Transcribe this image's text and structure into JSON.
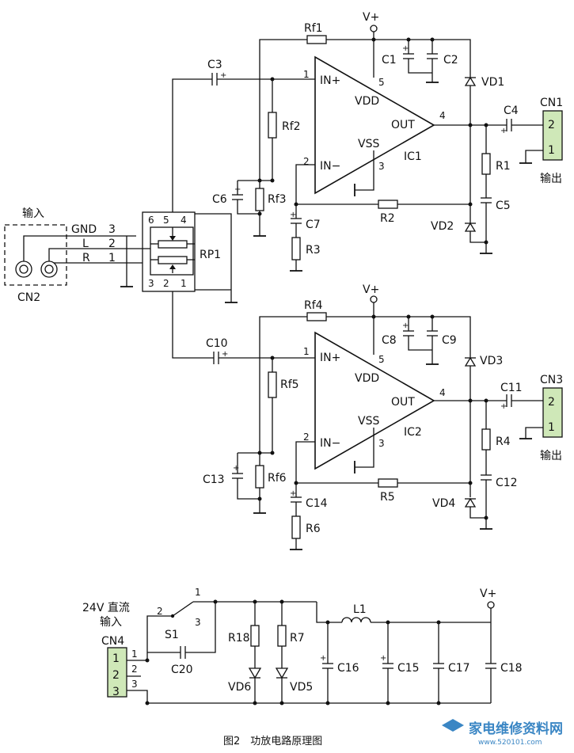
{
  "caption": "图2　功放电路原理图",
  "watermark": {
    "title": "家电维修资料网",
    "url": "www.520101.com",
    "color": "#3a86c4"
  },
  "labels": {
    "vplus_top": "V+",
    "vplus_mid": "V+",
    "vplus_psu": "V+",
    "rf1": "Rf1",
    "rf2": "Rf2",
    "rf3": "Rf3",
    "rf4": "Rf4",
    "rf5": "Rf5",
    "rf6": "Rf6",
    "c1": "C1",
    "c2": "C2",
    "c3": "C3",
    "c4": "C4",
    "c5": "C5",
    "c6": "C6",
    "c7": "C7",
    "c8": "C8",
    "c9": "C9",
    "c10": "C10",
    "c11": "C11",
    "c12": "C12",
    "c13": "C13",
    "c14": "C14",
    "c15": "C15",
    "c16": "C16",
    "c17": "C17",
    "c18": "C18",
    "c20": "C20",
    "r1": "R1",
    "r2": "R2",
    "r3": "R3",
    "r4": "R4",
    "r5": "R5",
    "r6": "R6",
    "r7": "R7",
    "r18": "R18",
    "vd1": "VD1",
    "vd2": "VD2",
    "vd3": "VD3",
    "vd4": "VD4",
    "vd5": "VD5",
    "vd6": "VD6",
    "l1": "L1",
    "s1": "S1",
    "rp1": "RP1",
    "cn1": "CN1",
    "cn2": "CN2",
    "cn3": "CN3",
    "cn4": "CN4",
    "out1": "输出",
    "out3": "输出",
    "input": "输入",
    "gnd_row": "GND",
    "l_row": "L",
    "r_row": "R",
    "psu_line1": "24V 直流",
    "psu_line2": "输入"
  },
  "ic1": {
    "name": "IC1",
    "in_plus": "IN+",
    "in_minus": "IN−",
    "vdd": "VDD",
    "vss": "VSS",
    "out": "OUT",
    "p1": "1",
    "p2": "2",
    "p3": "3",
    "p4": "4",
    "p5": "5"
  },
  "ic2": {
    "name": "IC2",
    "in_plus": "IN+",
    "in_minus": "IN−",
    "vdd": "VDD",
    "vss": "VSS",
    "out": "OUT",
    "p1": "1",
    "p2": "2",
    "p3": "3",
    "p4": "4",
    "p5": "5"
  },
  "pins": {
    "gnd_pin": "3",
    "l_pin": "2",
    "r_pin": "1",
    "rp6": "6",
    "rp5": "5",
    "rp4": "4",
    "rp3": "3",
    "rp2": "2",
    "rp1": "1",
    "cn1_2": "2",
    "cn1_1": "1",
    "cn3_2": "2",
    "cn3_1": "1",
    "cn4_1": "1",
    "cn4_2": "2",
    "cn4_3": "3",
    "cn4_w1": "1",
    "cn4_w2": "2",
    "cn4_w3": "3",
    "s1_1": "1",
    "s1_2": "2",
    "s1_3": "3"
  },
  "colors": {
    "connector_fill": "#cfe8b8"
  }
}
